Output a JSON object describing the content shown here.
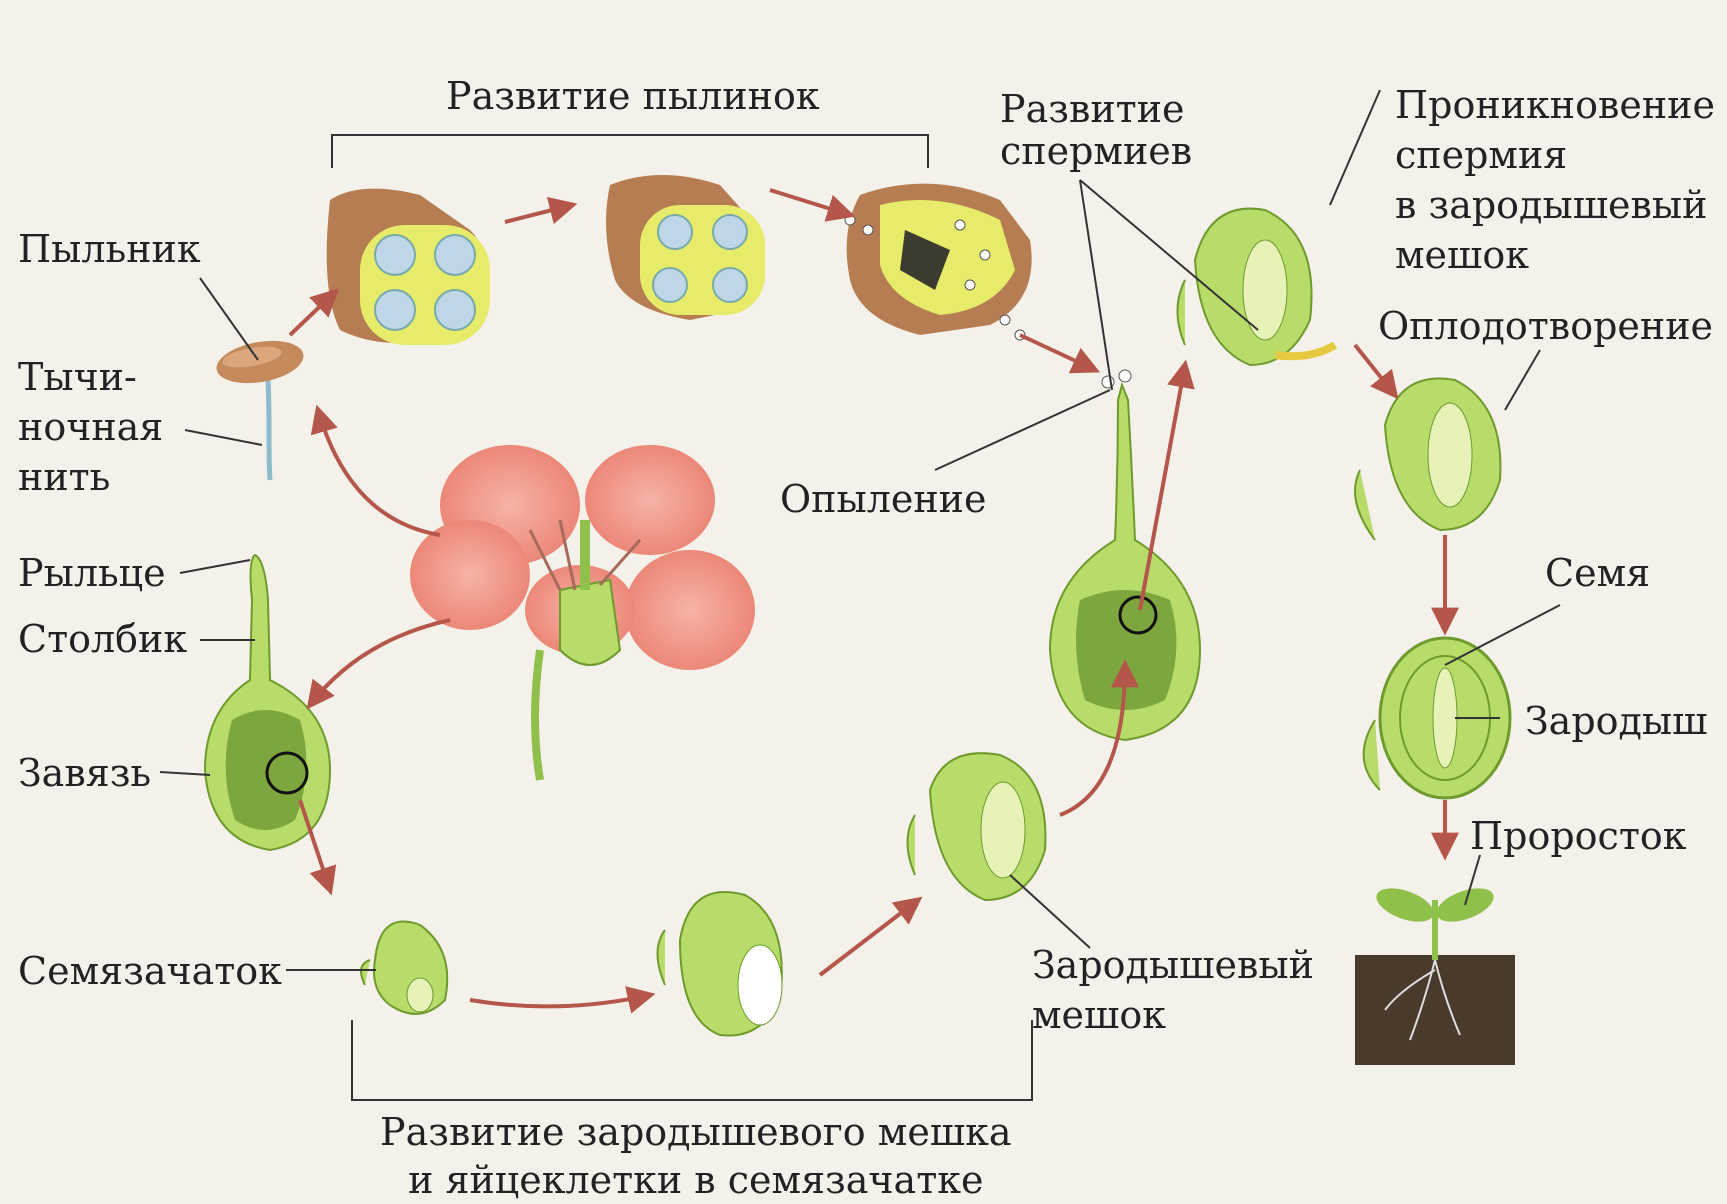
{
  "labels": {
    "anther_development": "Развитие пылинок",
    "sperm_development": "Развитие\nспермиев",
    "sperm_penetration": "Проникновение\nспермия\nв зародышевый\nмешок",
    "fertilization": "Оплодотворение",
    "anther": "Пыльник",
    "filament": "Тычи-\nночная\nнить",
    "pollination": "Опыление",
    "stigma": "Рыльце",
    "style": "Столбик",
    "ovary": "Завязь",
    "seed": "Семя",
    "embryo": "Зародыш",
    "sprout": "Проросток",
    "ovule": "Семязачаток",
    "embryo_sac": "Зародышевый\nмешок",
    "embryo_sac_development": "Развитие зародышевого мешка\nи яйцеклетки в семязачатке"
  },
  "colors": {
    "plant_green": "#b7dc6a",
    "plant_green_dark": "#6f9a2e",
    "anther_brown": "#b77d52",
    "anther_yellow": "#e6ec6a",
    "petal_red": "#f29b8c",
    "arrow_red": "#b4574a",
    "soil": "#4a3a2c"
  }
}
